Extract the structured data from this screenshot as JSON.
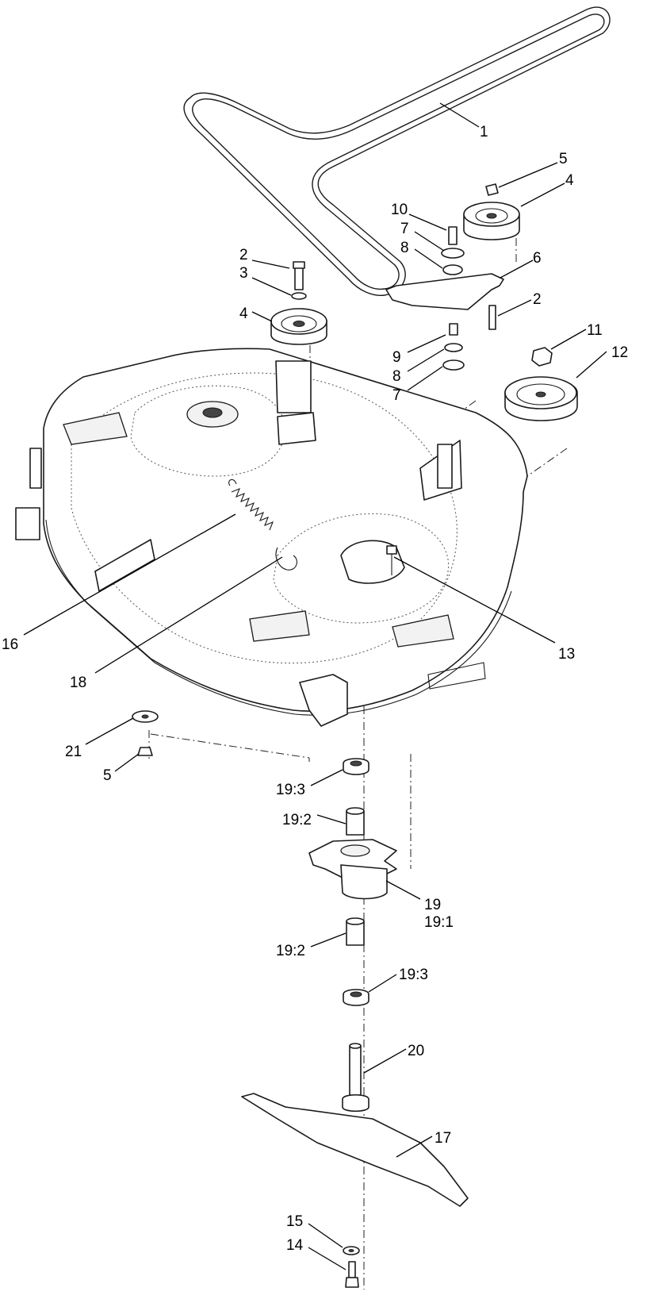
{
  "callouts": {
    "c1": "1",
    "c2a": "2",
    "c2b": "2",
    "c3": "3",
    "c4a": "4",
    "c4b": "4",
    "c5a": "5",
    "c5b": "5",
    "c6": "6",
    "c7a": "7",
    "c7b": "7",
    "c8a": "8",
    "c8b": "8",
    "c9": "9",
    "c10": "10",
    "c11": "11",
    "c12": "12",
    "c13": "13",
    "c14": "14",
    "c15": "15",
    "c16": "16",
    "c17": "17",
    "c18": "18",
    "c19": "19",
    "c19_1": "19:1",
    "c19_2a": "19:2",
    "c19_2b": "19:2",
    "c19_3a": "19:3",
    "c19_3b": "19:3",
    "c20": "20",
    "c21": "21"
  }
}
